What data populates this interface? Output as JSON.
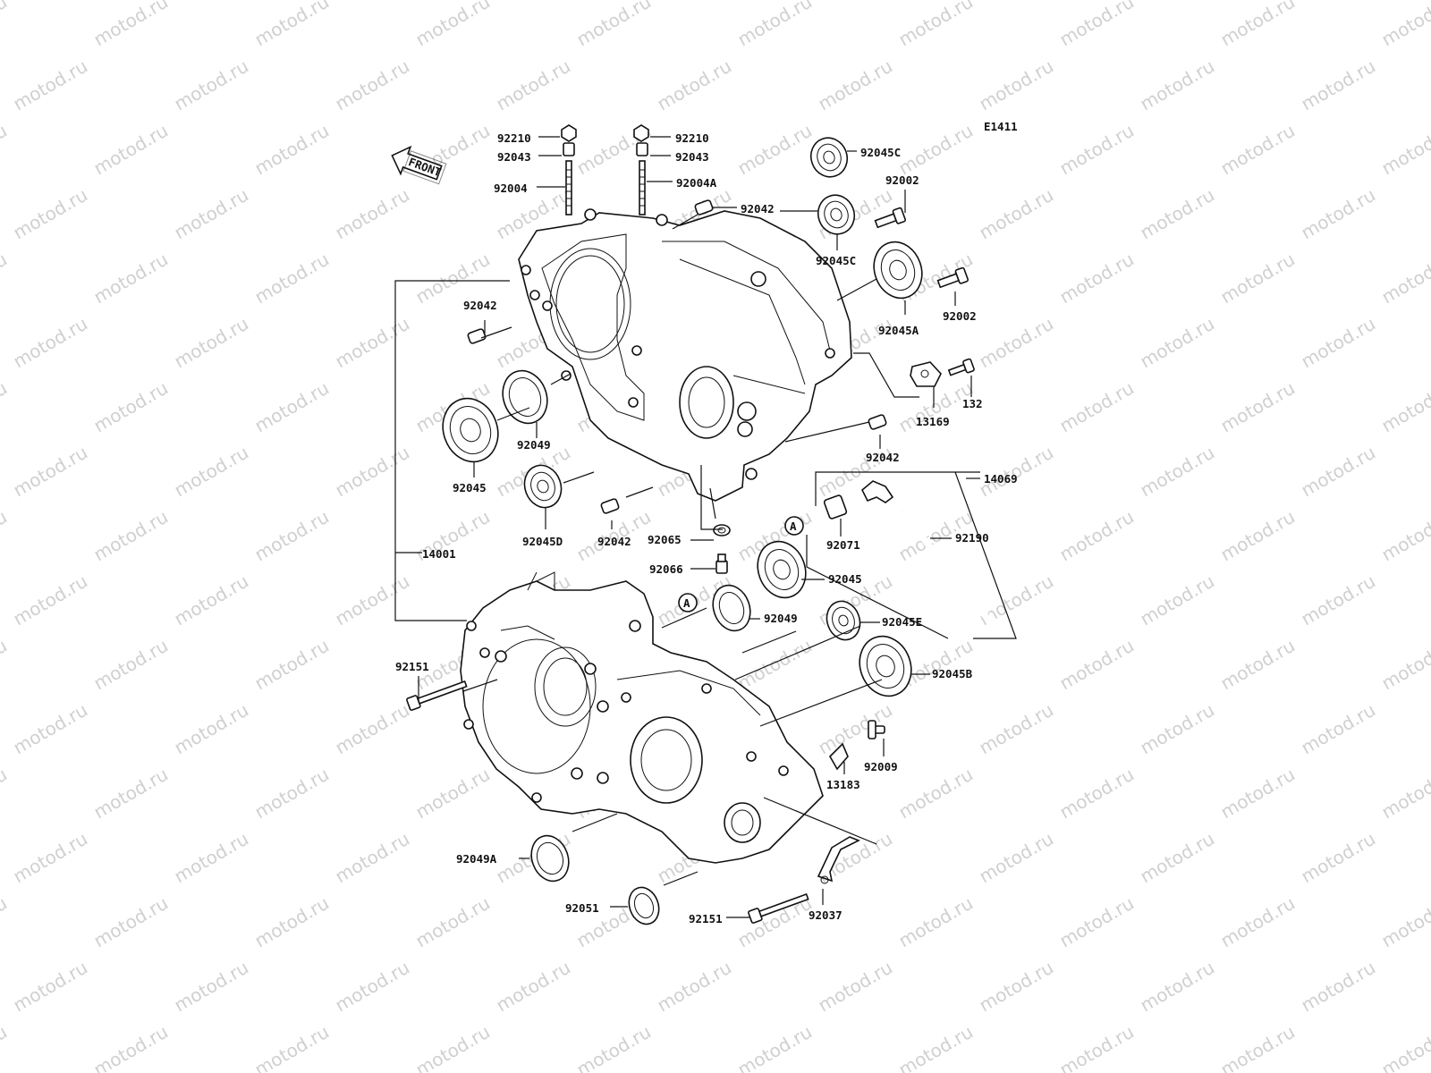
{
  "watermark": "motod.ru",
  "diagram_code": "E1411",
  "front_marker": "FRONT",
  "reference_marker": "A",
  "part_labels": {
    "p92210_left": "92210",
    "p92210_right": "92210",
    "p92043_left": "92043",
    "p92043_right": "92043",
    "p92004": "92004",
    "p92004A": "92004A",
    "p92042_top": "92042",
    "p92045C_top": "92045C",
    "p92002_top": "92002",
    "p92045C_mid": "92045C",
    "p92002_mid": "92002",
    "p92045A": "92045A",
    "p92042_left": "92042",
    "p132": "132",
    "p13169": "13169",
    "p92049_upper": "92049",
    "p92045_left": "92045",
    "p92042_right": "92042",
    "p14069": "14069",
    "p92045D": "92045D",
    "p92042_bottom": "92042",
    "p92065": "92065",
    "p92071": "92071",
    "p92190": "92190",
    "p14001": "14001",
    "p92066": "92066",
    "p92045_right": "92045",
    "p92049_lower": "92049",
    "p92045E": "92045E",
    "p92151_left": "92151",
    "p92045B": "92045B",
    "p92009": "92009",
    "p13183": "13183",
    "p92049A": "92049A",
    "p92051": "92051",
    "p92151_bottom": "92151",
    "p92037": "92037"
  }
}
